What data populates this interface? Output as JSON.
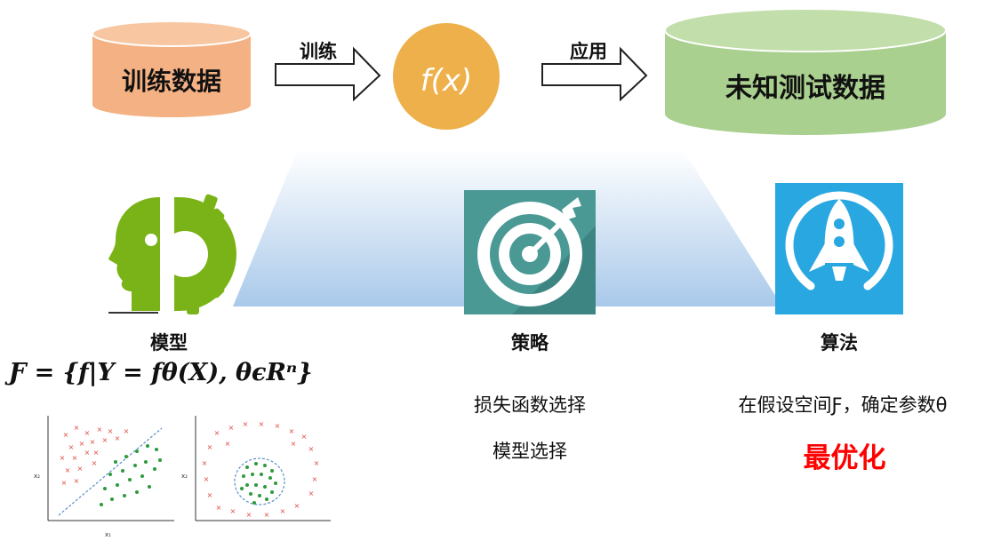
{
  "flow": {
    "training_data": "训练数据",
    "train_arrow": "训练",
    "function_symbol": "f(x)",
    "apply_arrow": "应用",
    "test_data": "未知测试数据"
  },
  "pillars": {
    "model": {
      "title": "模型",
      "formula": "Ƒ = {f|Y = fθ(X), θϵRⁿ}"
    },
    "strategy": {
      "title": "策略",
      "items": [
        "损失函数选择",
        "模型选择"
      ]
    },
    "algorithm": {
      "title": "算法",
      "desc": "在假设空间Ƒ，确定参数θ",
      "highlight": "最优化"
    }
  },
  "plots": {
    "left": {
      "ylabel": "x₂",
      "xlabel": "x₁"
    },
    "right": {
      "ylabel": "x₂"
    }
  },
  "colors": {
    "training_data": "#f4b183",
    "function_circle": "#eeb04a",
    "test_data": "#a9d08e",
    "model_icon": "#7ab317",
    "strategy_tile": "#4a9995",
    "algorithm_tile": "#29a7e1",
    "highlight": "#ff0000"
  }
}
